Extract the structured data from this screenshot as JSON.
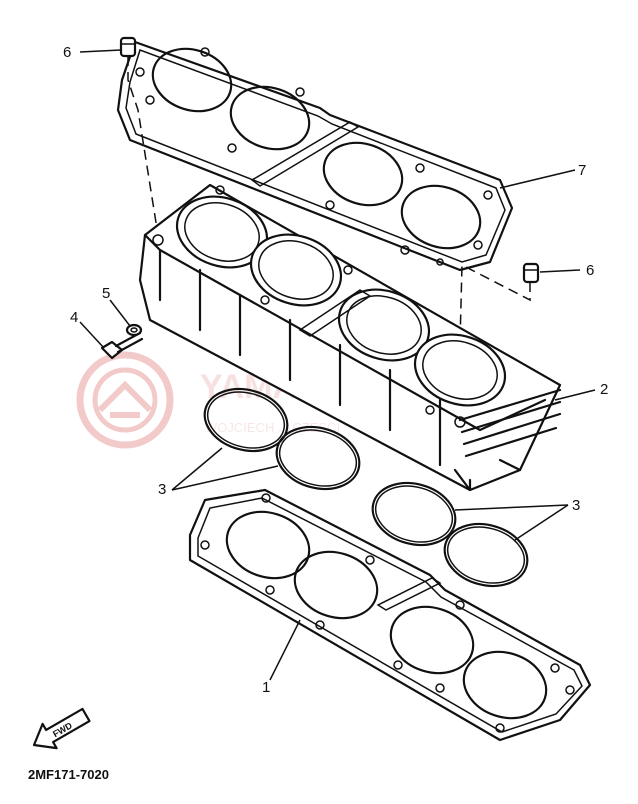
{
  "callouts": {
    "c1": "1",
    "c2": "2",
    "c3a": "3",
    "c3b": "3",
    "c4": "4",
    "c5": "5",
    "c6a": "6",
    "c6b": "6",
    "c7": "7"
  },
  "fwd_label": "FWD",
  "diagram_code": "2MF171-7020",
  "watermark": {
    "brand": "YAMAHA PARTS",
    "sub": "WOJCIECH ... CZESCI"
  },
  "colors": {
    "line": "#111111",
    "watermark": "#e8a0a0"
  }
}
